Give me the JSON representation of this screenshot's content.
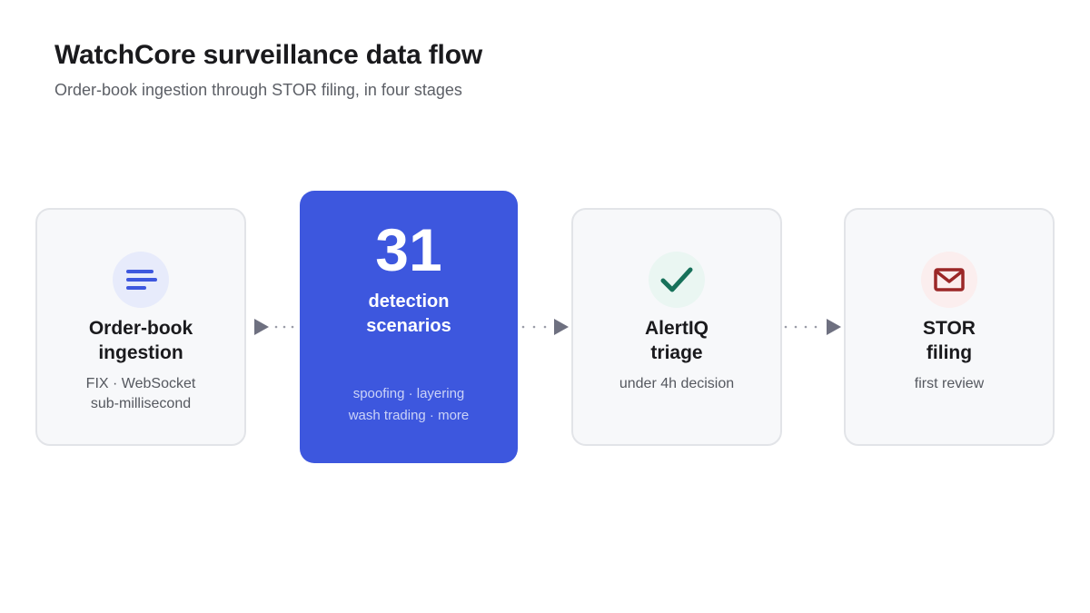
{
  "header": {
    "title": "WatchCore surveillance data flow",
    "subtitle": "Order-book ingestion through STOR filing, in four stages"
  },
  "stages": [
    {
      "icon": "list-lines-icon",
      "title_lines": [
        "Order-book",
        "ingestion"
      ],
      "note_lines": [
        "FIX · WebSocket",
        "sub-millisecond"
      ]
    },
    {
      "value": "31",
      "label_lines": [
        "detection",
        "scenarios"
      ],
      "note_lines": [
        "spoofing · layering",
        "wash trading · more"
      ]
    },
    {
      "icon": "checkmark-icon",
      "title_lines": [
        "AlertIQ",
        "triage"
      ],
      "note_lines": [
        "under 4h decision"
      ]
    },
    {
      "icon": "envelope-icon",
      "title_lines": [
        "STOR",
        "filing"
      ],
      "note_lines": [
        "first review"
      ]
    }
  ],
  "colors": {
    "accent": "#3d57de",
    "check_green": "#17715a",
    "mail_red": "#9b2727",
    "arrow_gray": "#6e7080"
  }
}
